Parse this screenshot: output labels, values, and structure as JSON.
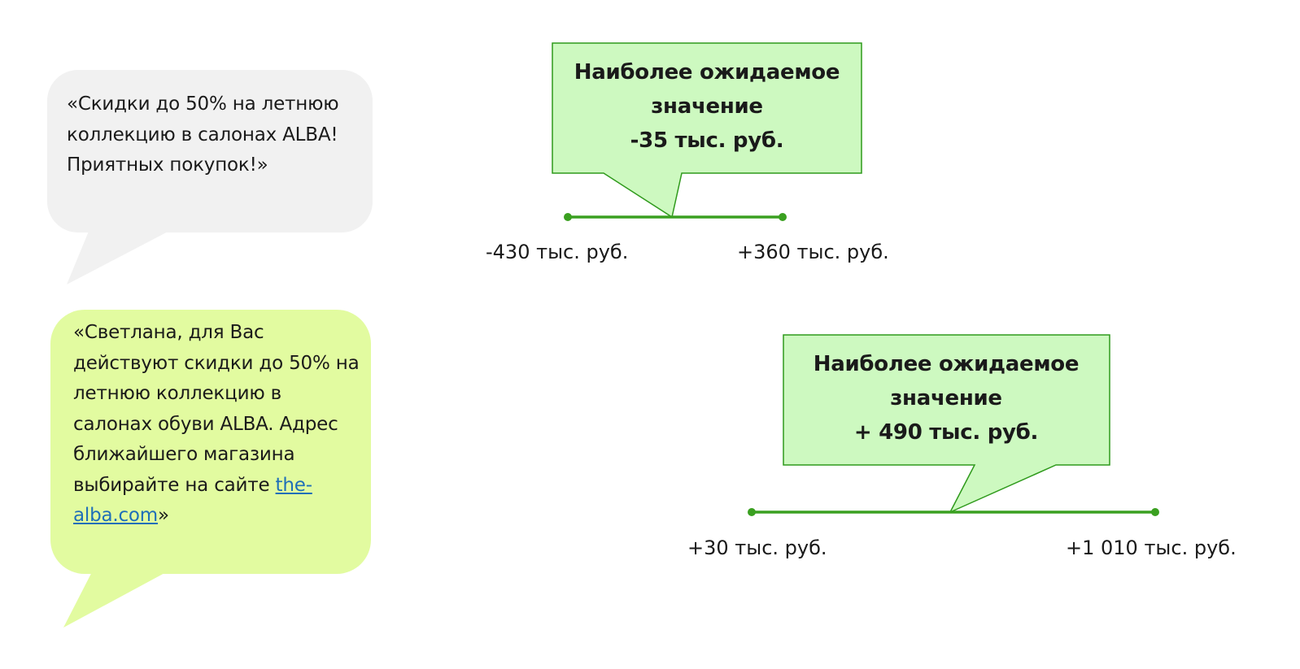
{
  "bubbles": [
    {
      "text": "«Скидки до 50% на летнюю коллекцию в салонах ALBA! Приятных покупок!»",
      "color": "#f1f1f1"
    },
    {
      "text_before_link": "«Светлана, для Вас действуют скидки до 50% на летнюю коллекцию в салонах обуви ALBA. Адрес ближайшего магазина выбирайте на сайте ",
      "link_text": "the-alba.com",
      "text_after_link": "»",
      "color": "#e2fba0"
    }
  ],
  "callouts": [
    {
      "line1": "Наиболее ожидаемое",
      "line2": "значение",
      "line3": "-35 тыс. руб.",
      "range_min": "-430 тыс. руб.",
      "range_max": "+360 тыс. руб."
    },
    {
      "line1": "Наиболее ожидаемое",
      "line2": "значение",
      "line3": "+ 490 тыс. руб.",
      "range_min": "+30 тыс. руб.",
      "range_max": "+1 010 тыс. руб."
    }
  ],
  "colors": {
    "callout_fill": "#cdf9c0",
    "callout_border": "#2f9a1c",
    "range_line": "#3aa020",
    "link": "#1f6fb8"
  }
}
